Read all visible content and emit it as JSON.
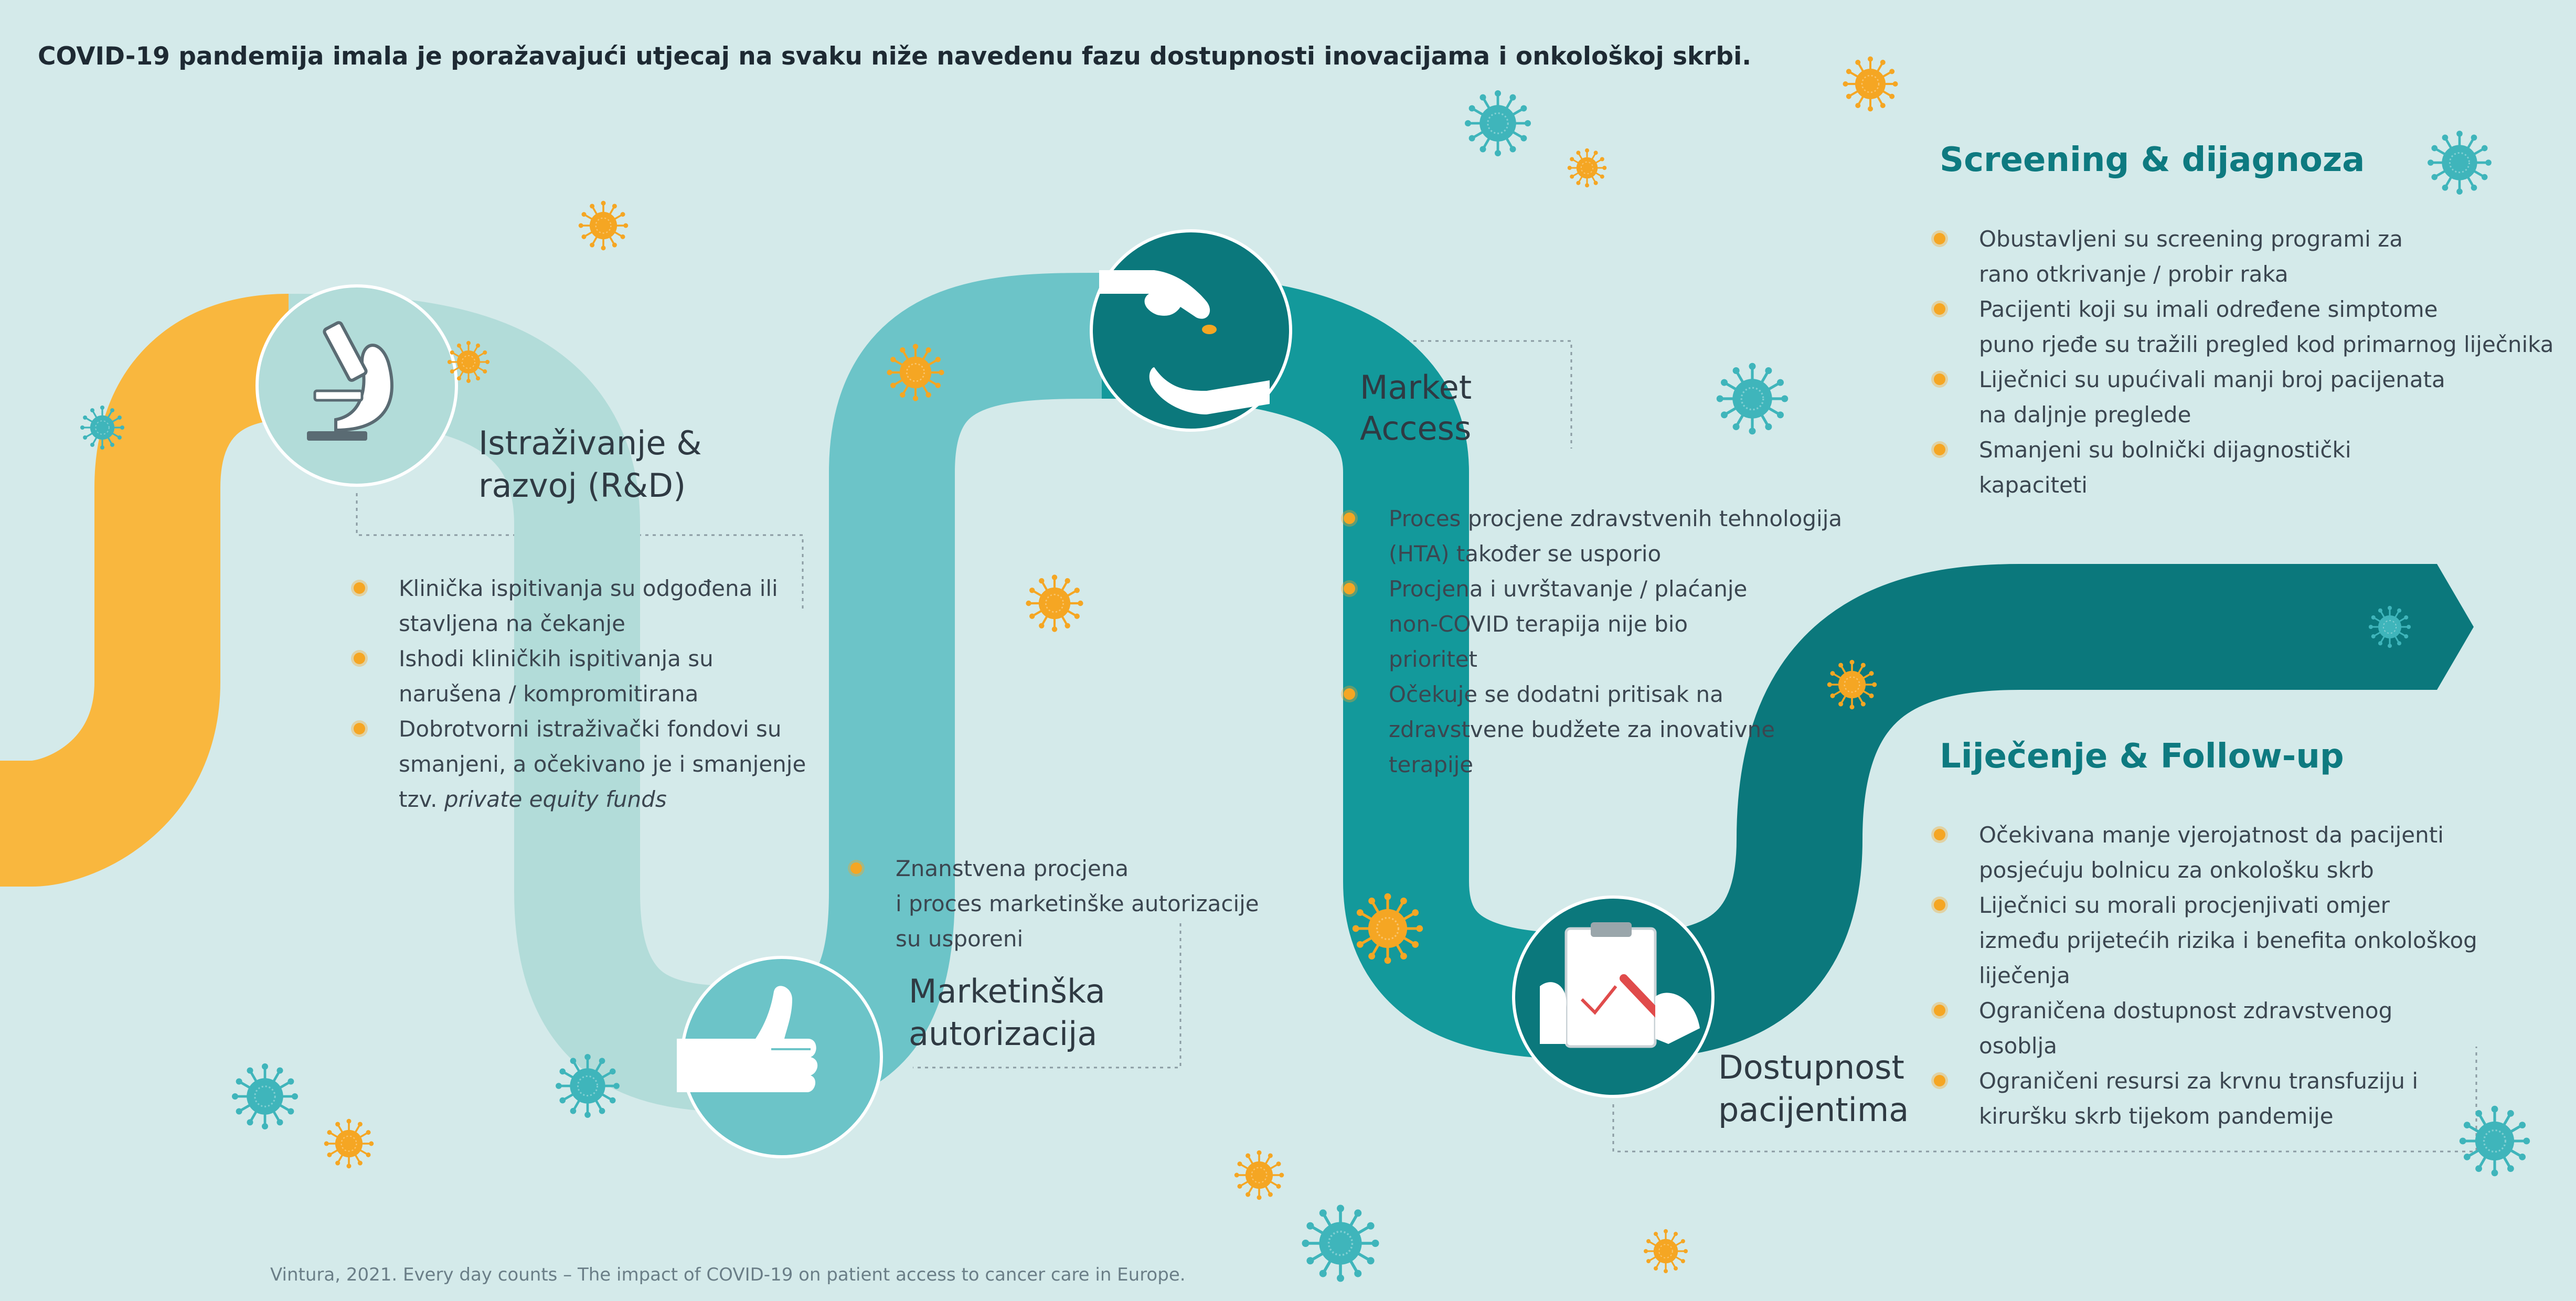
{
  "title": "COVID-19 pandemija imala je poražavajući utjecaj na svaku niže navedenu fazu dostupnosti inovacijama i onkološkoj skrbi.",
  "stages": {
    "rd": [
      "Istraživanje &",
      "razvoj (R&D)"
    ],
    "ma": [
      "Marketinška",
      "autorizacija"
    ],
    "access": [
      "Market",
      "Access"
    ],
    "patients": [
      "Dostupnost",
      "pacijentima"
    ]
  },
  "rd_bullets": [
    [
      "Klinička ispitivanja su odgođena ili",
      "stavljena na čekanje"
    ],
    [
      "Ishodi kliničkih ispitivanja su",
      "narušena / kompromitirana"
    ],
    [
      "Dobrotvorni istraživački fondovi su",
      "smanjeni, a očekivano je i smanjenje",
      "tzv."
    ]
  ],
  "rd_italic": "private equity funds",
  "ma_bullets": [
    [
      "Znanstvena procjena",
      "i proces marketinške autorizacije",
      "su usporeni"
    ]
  ],
  "access_bullets": [
    [
      "Proces procjene zdravstvenih tehnologija",
      "(HTA) također se usporio"
    ],
    [
      "Procjena i uvrštavanje / plaćanje",
      "non-COVID terapija nije bio",
      "prioritet"
    ],
    [
      "Očekuje se dodatni pritisak na",
      "zdravstvene budžete za inovativne",
      "terapije"
    ]
  ],
  "screening": {
    "title": "Screening & dijagnoza",
    "bullets": [
      [
        "Obustavljeni su screening programi za",
        "rano otkrivanje / probir raka"
      ],
      [
        "Pacijenti koji su imali određene simptome",
        "puno rjeđe su tražili pregled kod primarnog liječnika"
      ],
      [
        "Liječnici su upućivali manji broj pacijenata",
        "na daljnje preglede"
      ],
      [
        "Smanjeni su bolnički dijagnostički",
        "kapaciteti"
      ]
    ]
  },
  "treatment": {
    "title": "Liječenje & Follow-up",
    "bullets": [
      [
        "Očekivana manje vjerojatnost da pacijenti",
        "posjećuju bolnicu za onkološku skrb"
      ],
      [
        "Liječnici su morali procjenjivati omjer",
        "između prijetećih rizika i benefita onkološkog",
        "liječenja"
      ],
      [
        "Ograničena dostupnost zdravstvenog",
        "osoblja"
      ],
      [
        "Ograničeni resursi za krvnu transfuziju i",
        "kiruršku skrb tijekom pandemije"
      ]
    ]
  },
  "source": "Vintura, 2021. Every day counts – The impact of COVID-19 on patient access to cancer care in Europe.",
  "icons": [
    "microscope-icon",
    "thumbs-up-icon",
    "hands-pill-icon",
    "clipboard-icon",
    "virus-icon"
  ],
  "colors": {
    "background": "#d4eaea",
    "rd_path": "#f9b73e",
    "rd_to_ma_path": "#b2dcd9",
    "ma_to_access_path": "#6cc4c8",
    "access_to_patients_path": "#13999b",
    "final_path": "#0b787c",
    "section_title": "#0e7a80",
    "bullet": "#f5a623",
    "virus_teal": "#3fb5bb",
    "virus_orange": "#f5a623"
  }
}
